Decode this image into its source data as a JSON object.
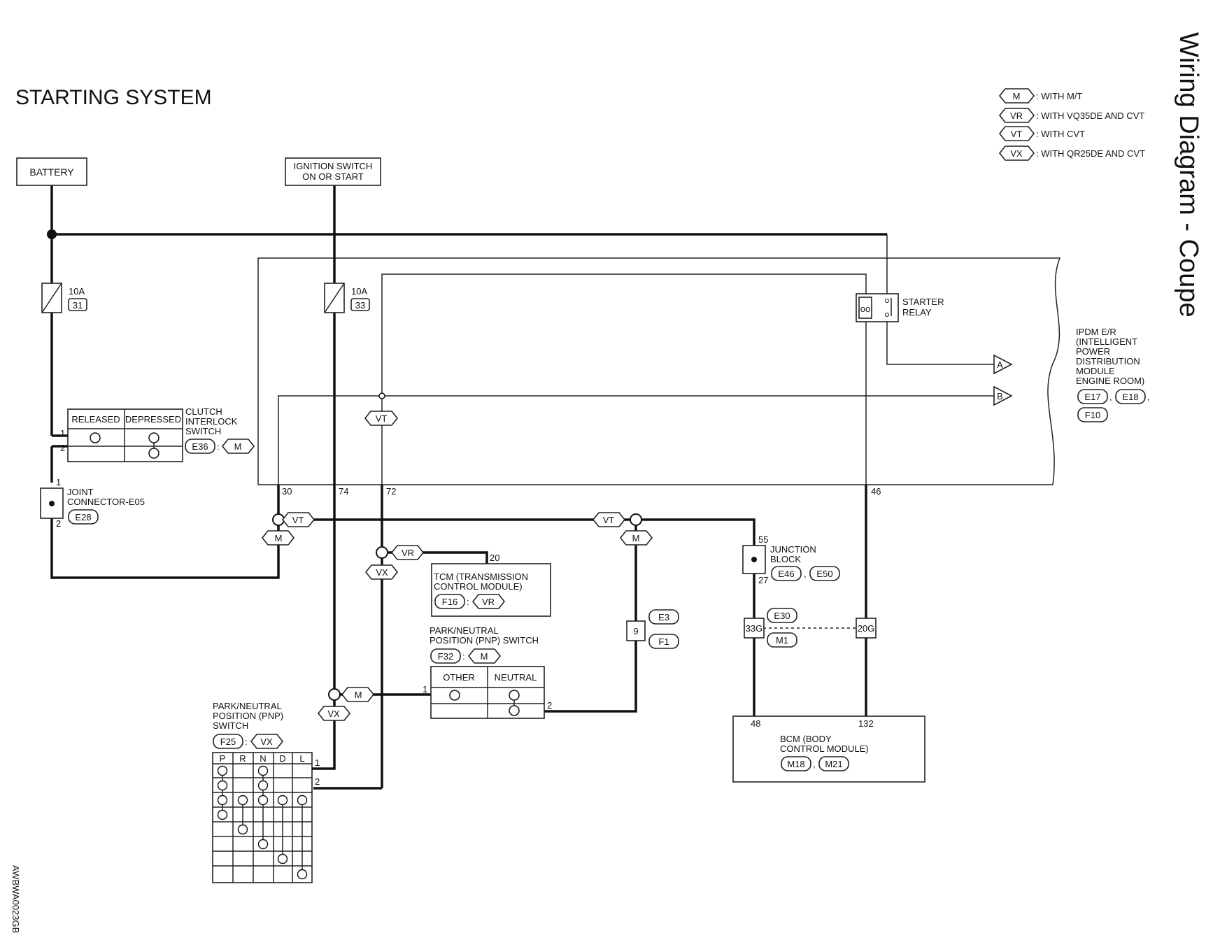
{
  "side_title": "Wiring Diagram - Coupe",
  "title": "STARTING SYSTEM",
  "legend": [
    {
      "tag": "M",
      "text": ": WITH M/T"
    },
    {
      "tag": "VR",
      "text": ": WITH VQ35DE AND CVT"
    },
    {
      "tag": "VT",
      "text": ": WITH CVT"
    },
    {
      "tag": "VX",
      "text": ": WITH QR25DE AND CVT"
    }
  ],
  "battery": "BATTERY",
  "ignition": {
    "line1": "IGNITION SWITCH",
    "line2": "ON OR START"
  },
  "fuse_left": {
    "amp": "10A",
    "num": "31"
  },
  "fuse_mid": {
    "amp": "10A",
    "num": "33"
  },
  "relay": {
    "line1": "STARTER",
    "line2": "RELAY"
  },
  "ipdm": {
    "lines": [
      "IPDM E/R",
      "(INTELLIGENT",
      "POWER",
      "DISTRIBUTION",
      "MODULE",
      "ENGINE ROOM)"
    ],
    "c1": "E17",
    "c2": "E18",
    "c3": "F10",
    "sep": ","
  },
  "arrows": {
    "a": "A",
    "b": "B"
  },
  "clutch": {
    "lines": [
      "CLUTCH",
      "INTERLOCK",
      "SWITCH"
    ],
    "released": "RELEASED",
    "depressed": "DEPRESSED",
    "conn": "E36",
    "tag": "M",
    "pin1": "1",
    "pin2": "2"
  },
  "joint": {
    "line1": "JOINT",
    "line2": "CONNECTOR-E05",
    "conn": "E28",
    "pin1": "1",
    "pin2": "2"
  },
  "ipdm_pins": {
    "p30": "30",
    "p74": "74",
    "p72": "72",
    "p46": "46"
  },
  "tags": {
    "m": "M",
    "vt": "VT",
    "vr": "VR",
    "vx": "VX"
  },
  "tcm": {
    "line1": "TCM (TRANSMISSION",
    "line2": "CONTROL MODULE)",
    "conn": "F16",
    "tag": "VR",
    "pin": "20"
  },
  "pnp_m": {
    "line1": "PARK/NEUTRAL",
    "line2": "POSITION (PNP) SWITCH",
    "conn": "F32",
    "tag": "M",
    "other": "OTHER",
    "neutral": "NEUTRAL",
    "pin1": "1",
    "pin2": "2"
  },
  "pnp_vx": {
    "line1": "PARK/NEUTRAL",
    "line2": "POSITION (PNP)",
    "line3": "SWITCH",
    "conn": "F25",
    "tag": "VX",
    "cols": [
      "P",
      "R",
      "N",
      "D",
      "L"
    ],
    "pin1": "1",
    "pin2": "2"
  },
  "junction": {
    "line1": "JUNCTION",
    "line2": "BLOCK",
    "c1": "E46",
    "c2": "E50",
    "p55": "55",
    "p27": "27"
  },
  "connectors": {
    "nine": "9",
    "e3": "E3",
    "f1": "F1",
    "g33": "33G",
    "g20": "20G",
    "e30": "E30",
    "m1": "M1"
  },
  "bcm": {
    "line1": "BCM (BODY",
    "line2": "CONTROL MODULE)",
    "c1": "M18",
    "c2": "M21",
    "p48": "48",
    "p132": "132"
  },
  "code": "AWBWA0023GB",
  "colors": {
    "wire": "#111111",
    "line": "#222222",
    "background": "#ffffff"
  }
}
